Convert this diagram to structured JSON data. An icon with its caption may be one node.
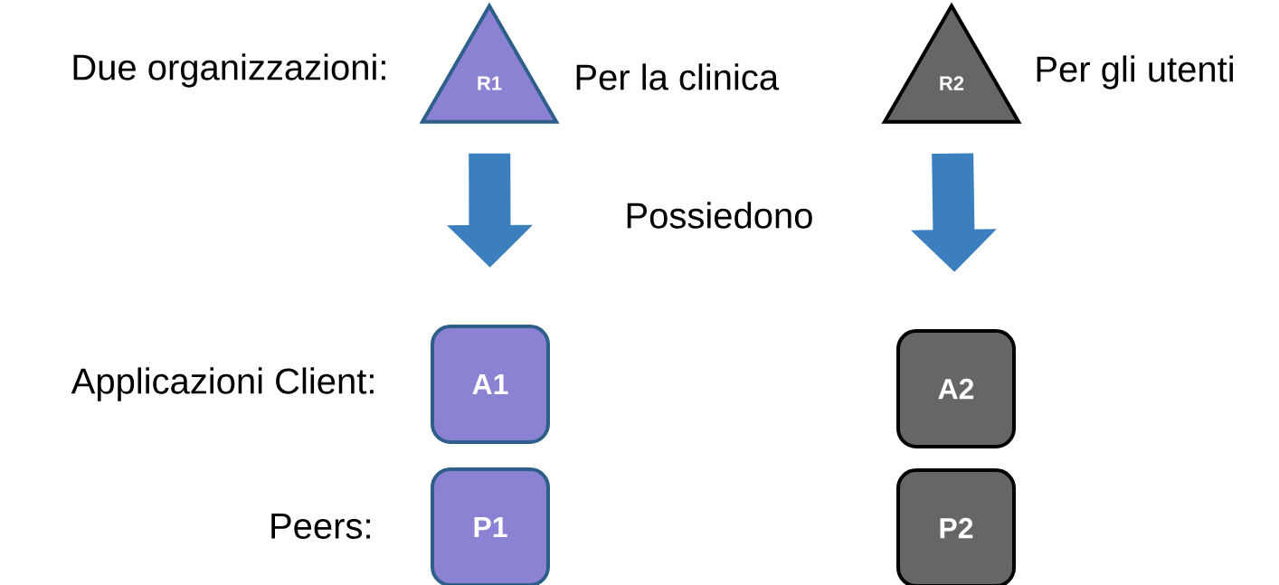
{
  "diagram": {
    "nodes": [
      {
        "text": [
          "R1"
        ],
        "beside": [
          "Per la clinica"
        ]
      },
      {
        "text": [
          "R2"
        ],
        "beside": [
          "Per gli utenti"
        ]
      },
      {
        "text": [
          "A1"
        ]
      },
      {
        "text": [
          "A2"
        ]
      },
      {
        "text": [
          "P1"
        ]
      },
      {
        "text": [
          "P2"
        ]
      }
    ],
    "edges": [
      {
        "from": 0,
        "to": 2,
        "arrow": "to"
      },
      {
        "from": 1,
        "to": 3,
        "arrow": "to"
      }
    ],
    "labels": [
      "Due organizzazioni:",
      "Possiedono",
      "Applicazioni Client:",
      "Peers:"
    ]
  }
}
